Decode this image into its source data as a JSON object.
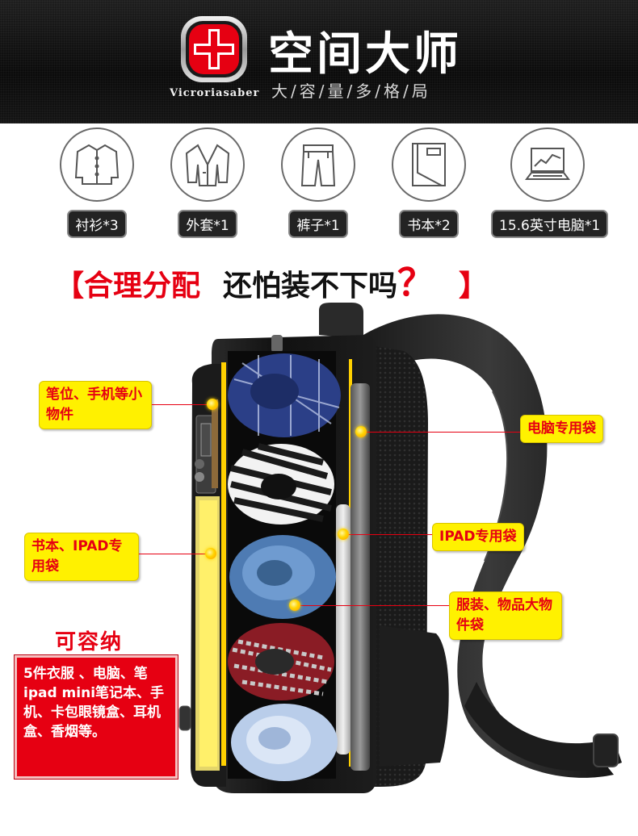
{
  "brand": {
    "name": "Vicroriasaber",
    "title": "空间大师",
    "slogan": "大/容/量/多/格/局"
  },
  "capacity_items": [
    {
      "label": "衬衫*3",
      "icon": "shirt-icon"
    },
    {
      "label": "外套*1",
      "icon": "jacket-icon"
    },
    {
      "label": "裤子*1",
      "icon": "pants-icon"
    },
    {
      "label": "书本*2",
      "icon": "book-icon"
    },
    {
      "label": "15.6英寸电脑*1",
      "icon": "laptop-icon"
    }
  ],
  "headline": {
    "open_bracket": "【",
    "red_text": "合理分配",
    "black_text": "还怕装不下吗",
    "question": "？",
    "close_bracket": "】"
  },
  "callouts": {
    "pen_pocket": "笔位、手机等小物件",
    "laptop_pocket": "电脑专用袋",
    "book_pocket": "书本、IPAD专用袋",
    "ipad_pocket": "IPAD专用袋",
    "clothes_pocket": "服装、物品大物件袋"
  },
  "capacity": {
    "title": "可容纳",
    "text": "5件衣服 、电脑、笔ipad mini笔记本、手机、卡包眼镜盒、耳机盒、香烟等。"
  },
  "colors": {
    "accent_red": "#e60012",
    "callout_yellow": "#fff100",
    "header_black": "#111111"
  }
}
